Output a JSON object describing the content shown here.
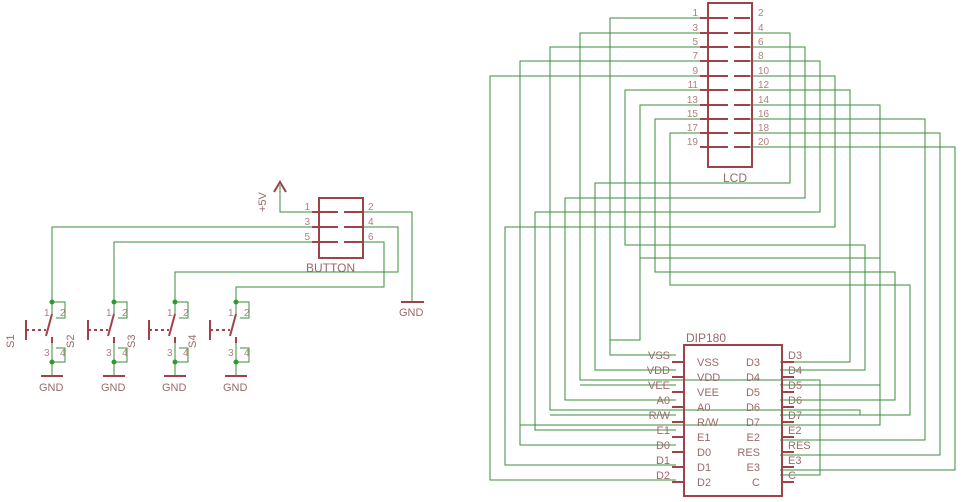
{
  "colors": {
    "wire": "#3c8c3c",
    "part": "#a0424a",
    "text": "#9a6a6a",
    "junction": "#2f9a2f"
  },
  "lcd": {
    "name": "LCD",
    "pins_left": [
      "1",
      "3",
      "5",
      "7",
      "9",
      "11",
      "13",
      "15",
      "17",
      "19"
    ],
    "pins_right": [
      "2",
      "4",
      "6",
      "8",
      "10",
      "12",
      "14",
      "16",
      "18",
      "20"
    ]
  },
  "button": {
    "name": "BUTTON",
    "pins_left": [
      "1",
      "3",
      "5"
    ],
    "pins_right": [
      "2",
      "4",
      "6"
    ]
  },
  "supply": {
    "vcc": "+5V",
    "gnd": "GND"
  },
  "switches": [
    {
      "ref": "S1",
      "pin1": "1",
      "pin2": "2",
      "pin3": "3",
      "pin4": "4",
      "gnd": "GND"
    },
    {
      "ref": "S2",
      "pin1": "1",
      "pin2": "2",
      "pin3": "3",
      "pin4": "4",
      "gnd": "GND"
    },
    {
      "ref": "S3",
      "pin1": "1",
      "pin2": "2",
      "pin3": "3",
      "pin4": "4",
      "gnd": "GND"
    },
    {
      "ref": "S4",
      "pin1": "1",
      "pin2": "2",
      "pin3": "3",
      "pin4": "4",
      "gnd": "GND"
    }
  ],
  "dip": {
    "name": "DIP180",
    "left_outside": [
      "VSS",
      "VDD",
      "VEE",
      "A0",
      "R/W",
      "E1",
      "D0",
      "D1",
      "D2"
    ],
    "left_inside": [
      "VSS",
      "VDD",
      "VEE",
      "A0",
      "R/W",
      "E1",
      "D0",
      "D1",
      "D2"
    ],
    "right_inside": [
      "D3",
      "D4",
      "D5",
      "D6",
      "D7",
      "E2",
      "RES",
      "E3",
      "C"
    ],
    "right_outside": [
      "D3",
      "D4",
      "D5",
      "D6",
      "D7",
      "E2",
      "RES",
      "E3",
      "C"
    ]
  }
}
